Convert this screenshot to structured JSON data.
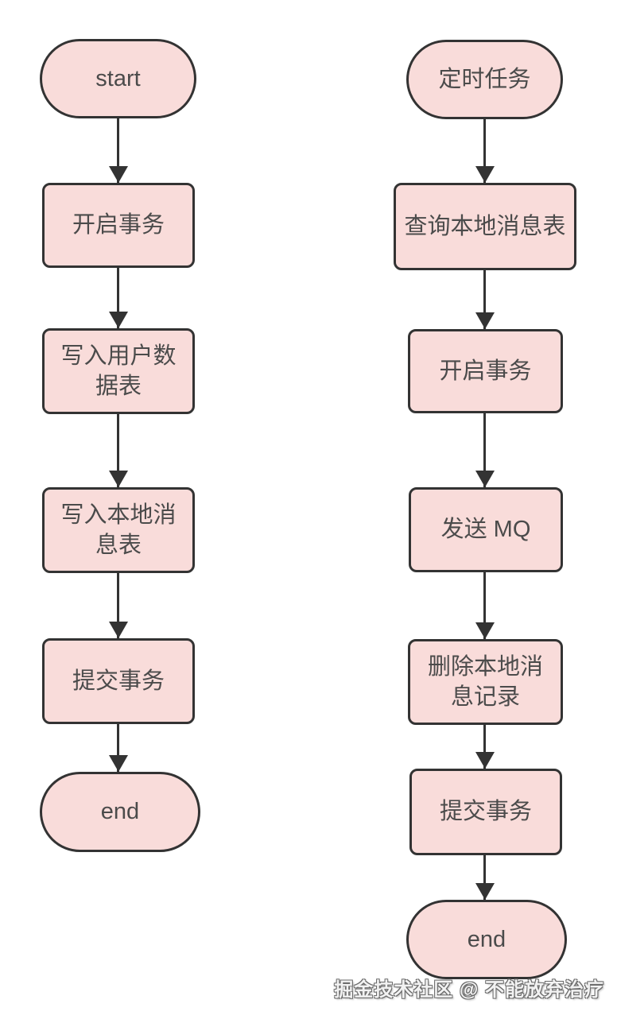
{
  "style": {
    "node_fill": "#f9dcda",
    "node_border": "#333333",
    "node_text_color": "#4b4b4b",
    "arrow_color": "#333333",
    "background": "#ffffff"
  },
  "flowchart": {
    "columns": [
      {
        "name": "user-transaction-flow",
        "nodes": [
          {
            "id": "start",
            "type": "terminal",
            "label": "start"
          },
          {
            "id": "open-transaction",
            "type": "process",
            "label": "开启事务"
          },
          {
            "id": "write-user-data-table",
            "type": "process",
            "label": "写入用户数\n据表"
          },
          {
            "id": "write-local-message-table",
            "type": "process",
            "label": "写入本地消\n息表"
          },
          {
            "id": "commit-transaction",
            "type": "process",
            "label": "提交事务"
          },
          {
            "id": "end",
            "type": "terminal",
            "label": "end"
          }
        ]
      },
      {
        "name": "scheduled-task-flow",
        "nodes": [
          {
            "id": "scheduled-task",
            "type": "terminal",
            "label": "定时任务"
          },
          {
            "id": "query-local-message-table",
            "type": "process",
            "label": "查询本地消息表"
          },
          {
            "id": "open-transaction",
            "type": "process",
            "label": "开启事务"
          },
          {
            "id": "send-mq",
            "type": "process",
            "label": "发送 MQ"
          },
          {
            "id": "delete-local-message-record",
            "type": "process",
            "label": "删除本地消\n息记录"
          },
          {
            "id": "commit-transaction",
            "type": "process",
            "label": "提交事务"
          },
          {
            "id": "end",
            "type": "terminal",
            "label": "end"
          }
        ]
      }
    ]
  },
  "watermark": {
    "text": "掘金技术社区 @ 不能放弃治疗"
  }
}
